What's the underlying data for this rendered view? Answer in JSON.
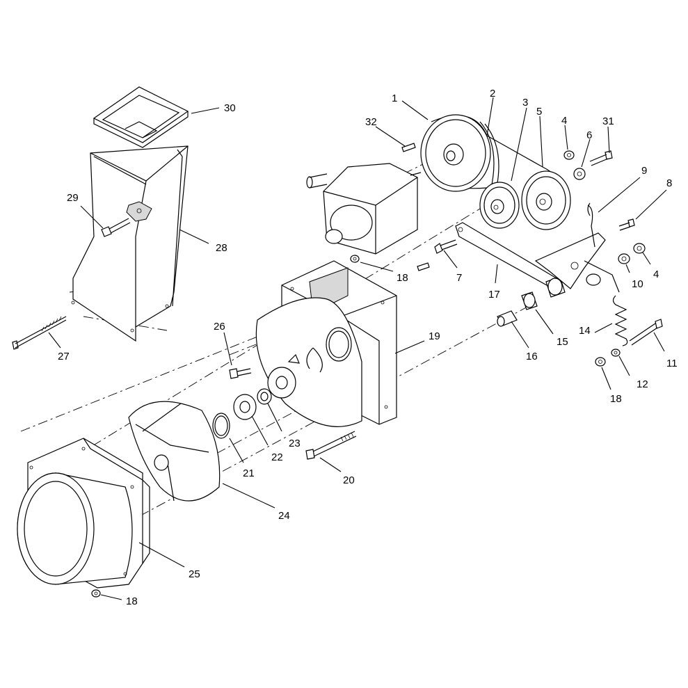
{
  "callouts": [
    {
      "id": "1",
      "text": "1"
    },
    {
      "id": "2",
      "text": "2"
    },
    {
      "id": "3",
      "text": "3"
    },
    {
      "id": "5",
      "text": "5"
    },
    {
      "id": "4a",
      "text": "4"
    },
    {
      "id": "31",
      "text": "31"
    },
    {
      "id": "32",
      "text": "32"
    },
    {
      "id": "6",
      "text": "6"
    },
    {
      "id": "9",
      "text": "9"
    },
    {
      "id": "8",
      "text": "8"
    },
    {
      "id": "30",
      "text": "30"
    },
    {
      "id": "29",
      "text": "29"
    },
    {
      "id": "28",
      "text": "28"
    },
    {
      "id": "18a",
      "text": "18"
    },
    {
      "id": "7",
      "text": "7"
    },
    {
      "id": "17",
      "text": "17"
    },
    {
      "id": "10",
      "text": "10"
    },
    {
      "id": "4b",
      "text": "4"
    },
    {
      "id": "14",
      "text": "14"
    },
    {
      "id": "15",
      "text": "15"
    },
    {
      "id": "16",
      "text": "16"
    },
    {
      "id": "11",
      "text": "11"
    },
    {
      "id": "12",
      "text": "12"
    },
    {
      "id": "18b",
      "text": "18"
    },
    {
      "id": "26",
      "text": "26"
    },
    {
      "id": "19",
      "text": "19"
    },
    {
      "id": "27",
      "text": "27"
    },
    {
      "id": "21",
      "text": "21"
    },
    {
      "id": "22",
      "text": "22"
    },
    {
      "id": "23",
      "text": "23"
    },
    {
      "id": "20",
      "text": "20"
    },
    {
      "id": "24",
      "text": "24"
    },
    {
      "id": "25",
      "text": "25"
    },
    {
      "id": "18c",
      "text": "18"
    }
  ]
}
